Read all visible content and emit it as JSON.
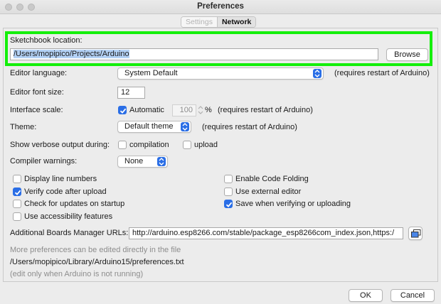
{
  "window": {
    "title": "Preferences"
  },
  "tabs": [
    {
      "label": "Settings"
    },
    {
      "label": "Network"
    }
  ],
  "sketchbook": {
    "label": "Sketchbook location:",
    "value": "/Users/mopipico/Projects/Arduino",
    "browse_label": "Browse"
  },
  "editor_language": {
    "label": "Editor language:",
    "value": "System Default",
    "note": "(requires restart of Arduino)"
  },
  "editor_font_size": {
    "label": "Editor font size:",
    "value": "12"
  },
  "interface_scale": {
    "label": "Interface scale:",
    "automatic_label": "Automatic",
    "automatic_checked": true,
    "value": "100",
    "unit": "%",
    "note": "(requires restart of Arduino)"
  },
  "theme": {
    "label": "Theme:",
    "value": "Default theme",
    "note": "(requires restart of Arduino)"
  },
  "verbose": {
    "label": "Show verbose output during:",
    "compilation_label": "compilation",
    "compilation_checked": false,
    "upload_label": "upload",
    "upload_checked": false
  },
  "compiler_warnings": {
    "label": "Compiler warnings:",
    "value": "None"
  },
  "options_left": [
    {
      "label": "Display line numbers",
      "checked": false
    },
    {
      "label": "Verify code after upload",
      "checked": true
    },
    {
      "label": "Check for updates on startup",
      "checked": false
    },
    {
      "label": "Use accessibility features",
      "checked": false
    }
  ],
  "options_right": [
    {
      "label": "Enable Code Folding",
      "checked": false
    },
    {
      "label": "Use external editor",
      "checked": false
    },
    {
      "label": "Save when verifying or uploading",
      "checked": true
    }
  ],
  "boards_manager": {
    "label": "Additional Boards Manager URLs:",
    "value": "http://arduino.esp8266.com/stable/package_esp8266com_index.json,https:/"
  },
  "footer": {
    "more_prefs": "More preferences can be edited directly in the file",
    "path": "/Users/mopipico/Library/Arduino15/preferences.txt",
    "edit_note": "(edit only when Arduino is not running)"
  },
  "buttons": {
    "ok_label": "OK",
    "cancel_label": "Cancel"
  },
  "colors": {
    "highlight": "#14ef0b",
    "accent": "#2a6ee6"
  },
  "icons": {
    "select_arrow": "up-down-chevron-icon",
    "window_button": "window-expand-icon",
    "check": "checkmark-icon"
  }
}
